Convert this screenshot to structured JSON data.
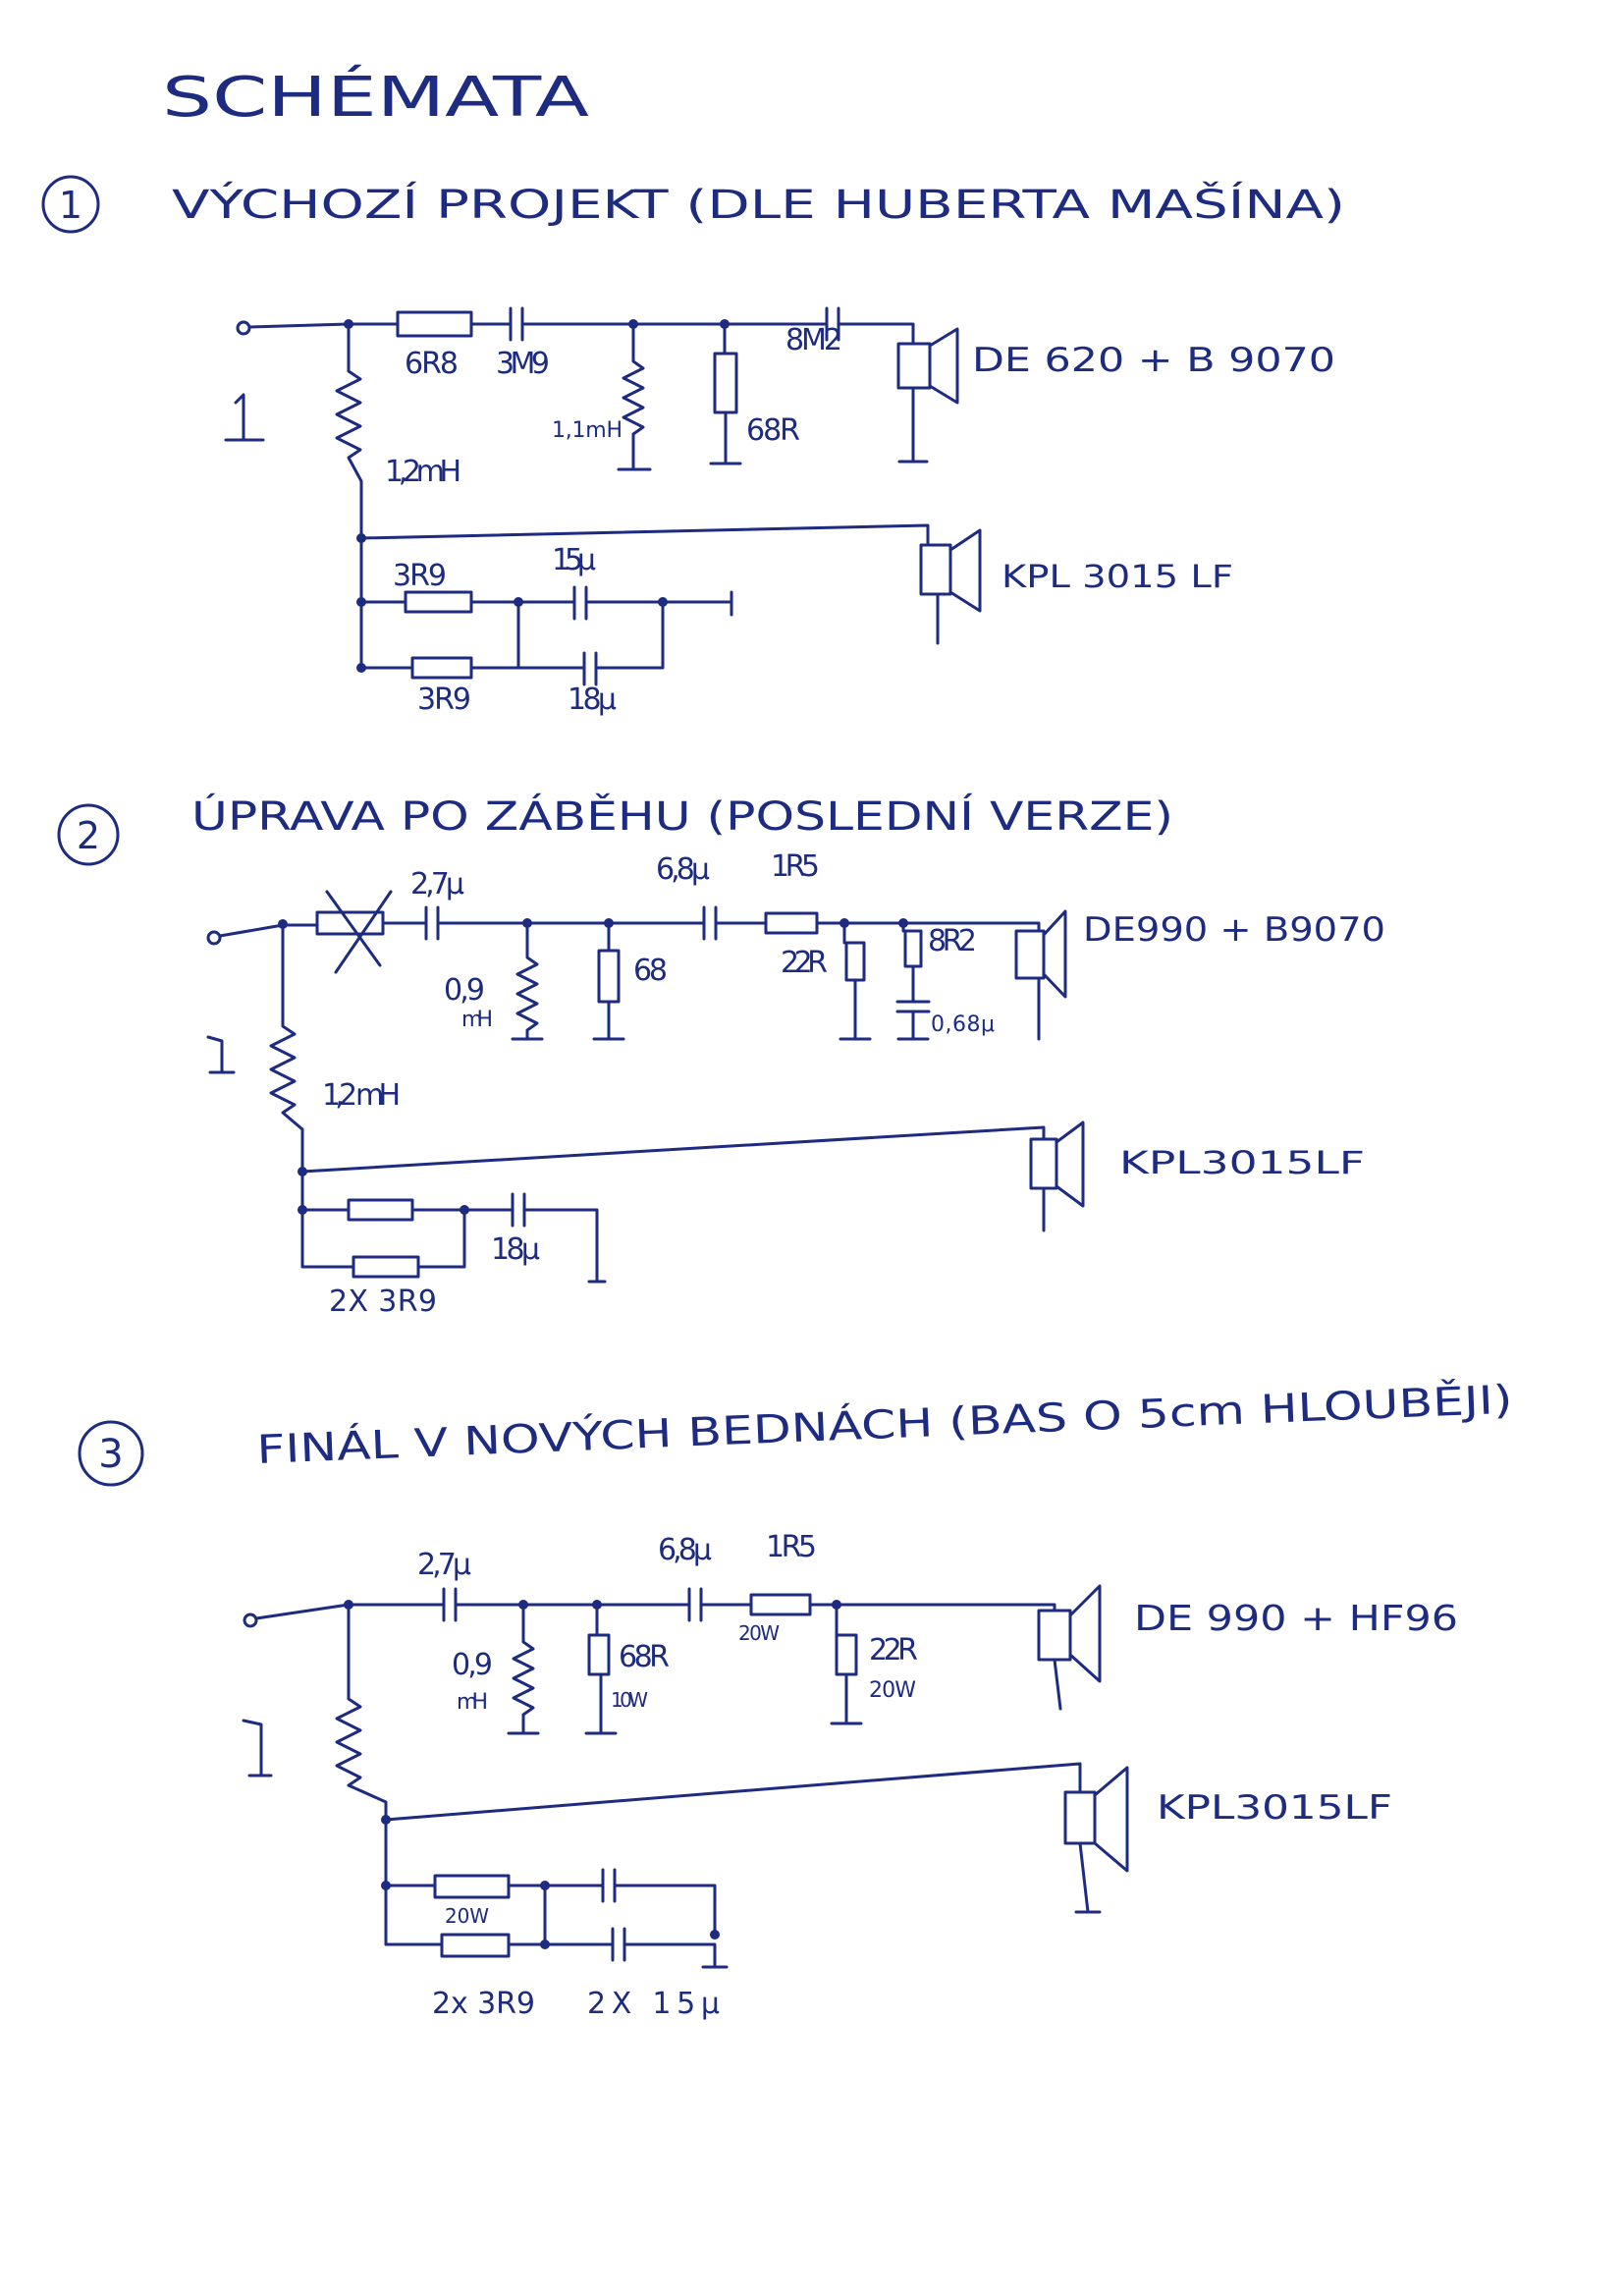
{
  "title": "SCHÉMATA",
  "s1": {
    "number": "1",
    "heading": "VÝCHOZÍ PROJEKT (DLE HUBERTA MAŠÍNA)",
    "r_series": "6R8",
    "c_series": "3M9",
    "c_tweeter": "8M2",
    "l_shunt": "1,1mH",
    "r_shunt": "68R",
    "l_bass": "1,2mH",
    "r_zobel_1": "3R9",
    "c_zobel_1": "15μ",
    "r_zobel_2": "3R9",
    "c_zobel_2": "18μ",
    "tweeter": "DE 620 + B 9070",
    "woofer": "KPL 3015 LF"
  },
  "s2": {
    "number": "2",
    "heading": "ÚPRAVA PO ZÁBĚHU (POSLEDNÍ VERZE)",
    "c_series": "2,7μ",
    "l_shunt_value": "0,9",
    "l_shunt_unit": "mH",
    "r_shunt": "68",
    "c_tweeter": "6,8μ",
    "r_series": "1R5",
    "r_shunt_2": "22R",
    "r_notch": "8R2",
    "c_notch": "0,68μ",
    "tweeter": "DE990 + B9070",
    "l_bass": "1,2 mH",
    "woofer": "KPL3015LF",
    "c_zobel": "18μ",
    "r_zobel": "2X 3R9"
  },
  "s3": {
    "number": "3",
    "heading": "FINÁL V NOVÝCH BEDNÁCH (BAS O 5cm HLOUBĚJI)",
    "c_series": "2,7μ",
    "l_shunt_value": "0,9",
    "l_shunt_unit": "mH",
    "r_shunt": "68R",
    "r_shunt_power": "10W",
    "c_tweeter": "6,8μ",
    "r_series": "1R5",
    "r_series_power": "20W",
    "r_shunt_2": "22R",
    "r_shunt_2_power": "20W",
    "tweeter": "DE 990 + HF96",
    "woofer": "KPL3015LF",
    "r_zobel_power": "20W",
    "r_zobel": "2x 3R9",
    "c_zobel": "2X 15μ"
  },
  "colors": {
    "ink": "#1d2b80",
    "paper": "#ffffff"
  }
}
